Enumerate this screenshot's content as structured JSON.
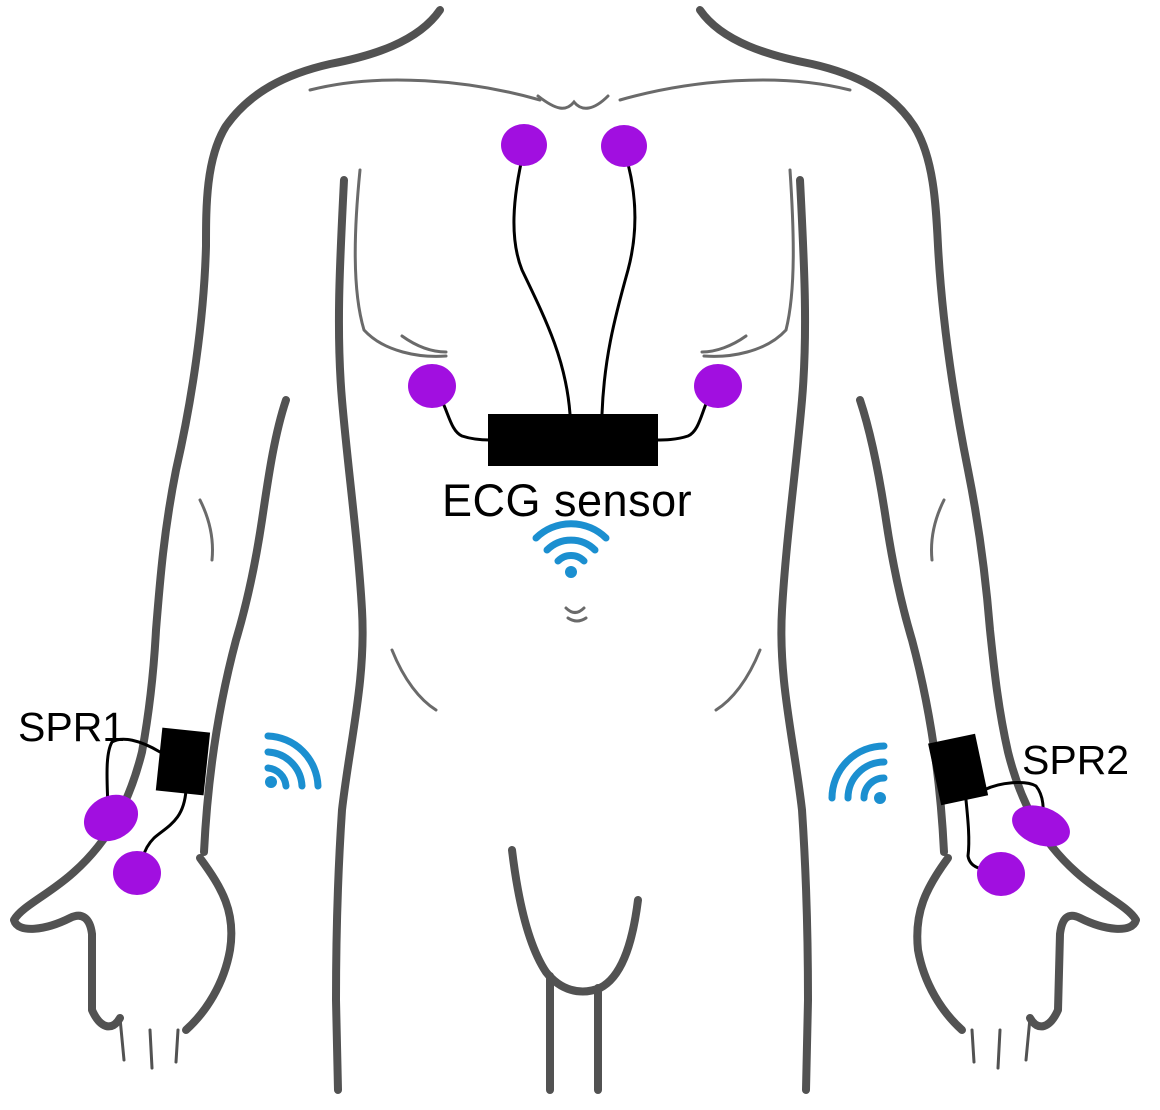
{
  "labels": {
    "ecg_sensor": "ECG sensor",
    "spr1": "SPR1",
    "spr2": "SPR2"
  },
  "colors": {
    "body_outline": "#525252",
    "electrode": "#a10fe0",
    "sensor": "#000000",
    "wireless": "#1b8fd0",
    "wire": "#000000"
  },
  "icons": {
    "electrode": "electrode-pad-icon",
    "sensor": "sensor-box-icon",
    "wireless": "wifi-signal-icon"
  }
}
